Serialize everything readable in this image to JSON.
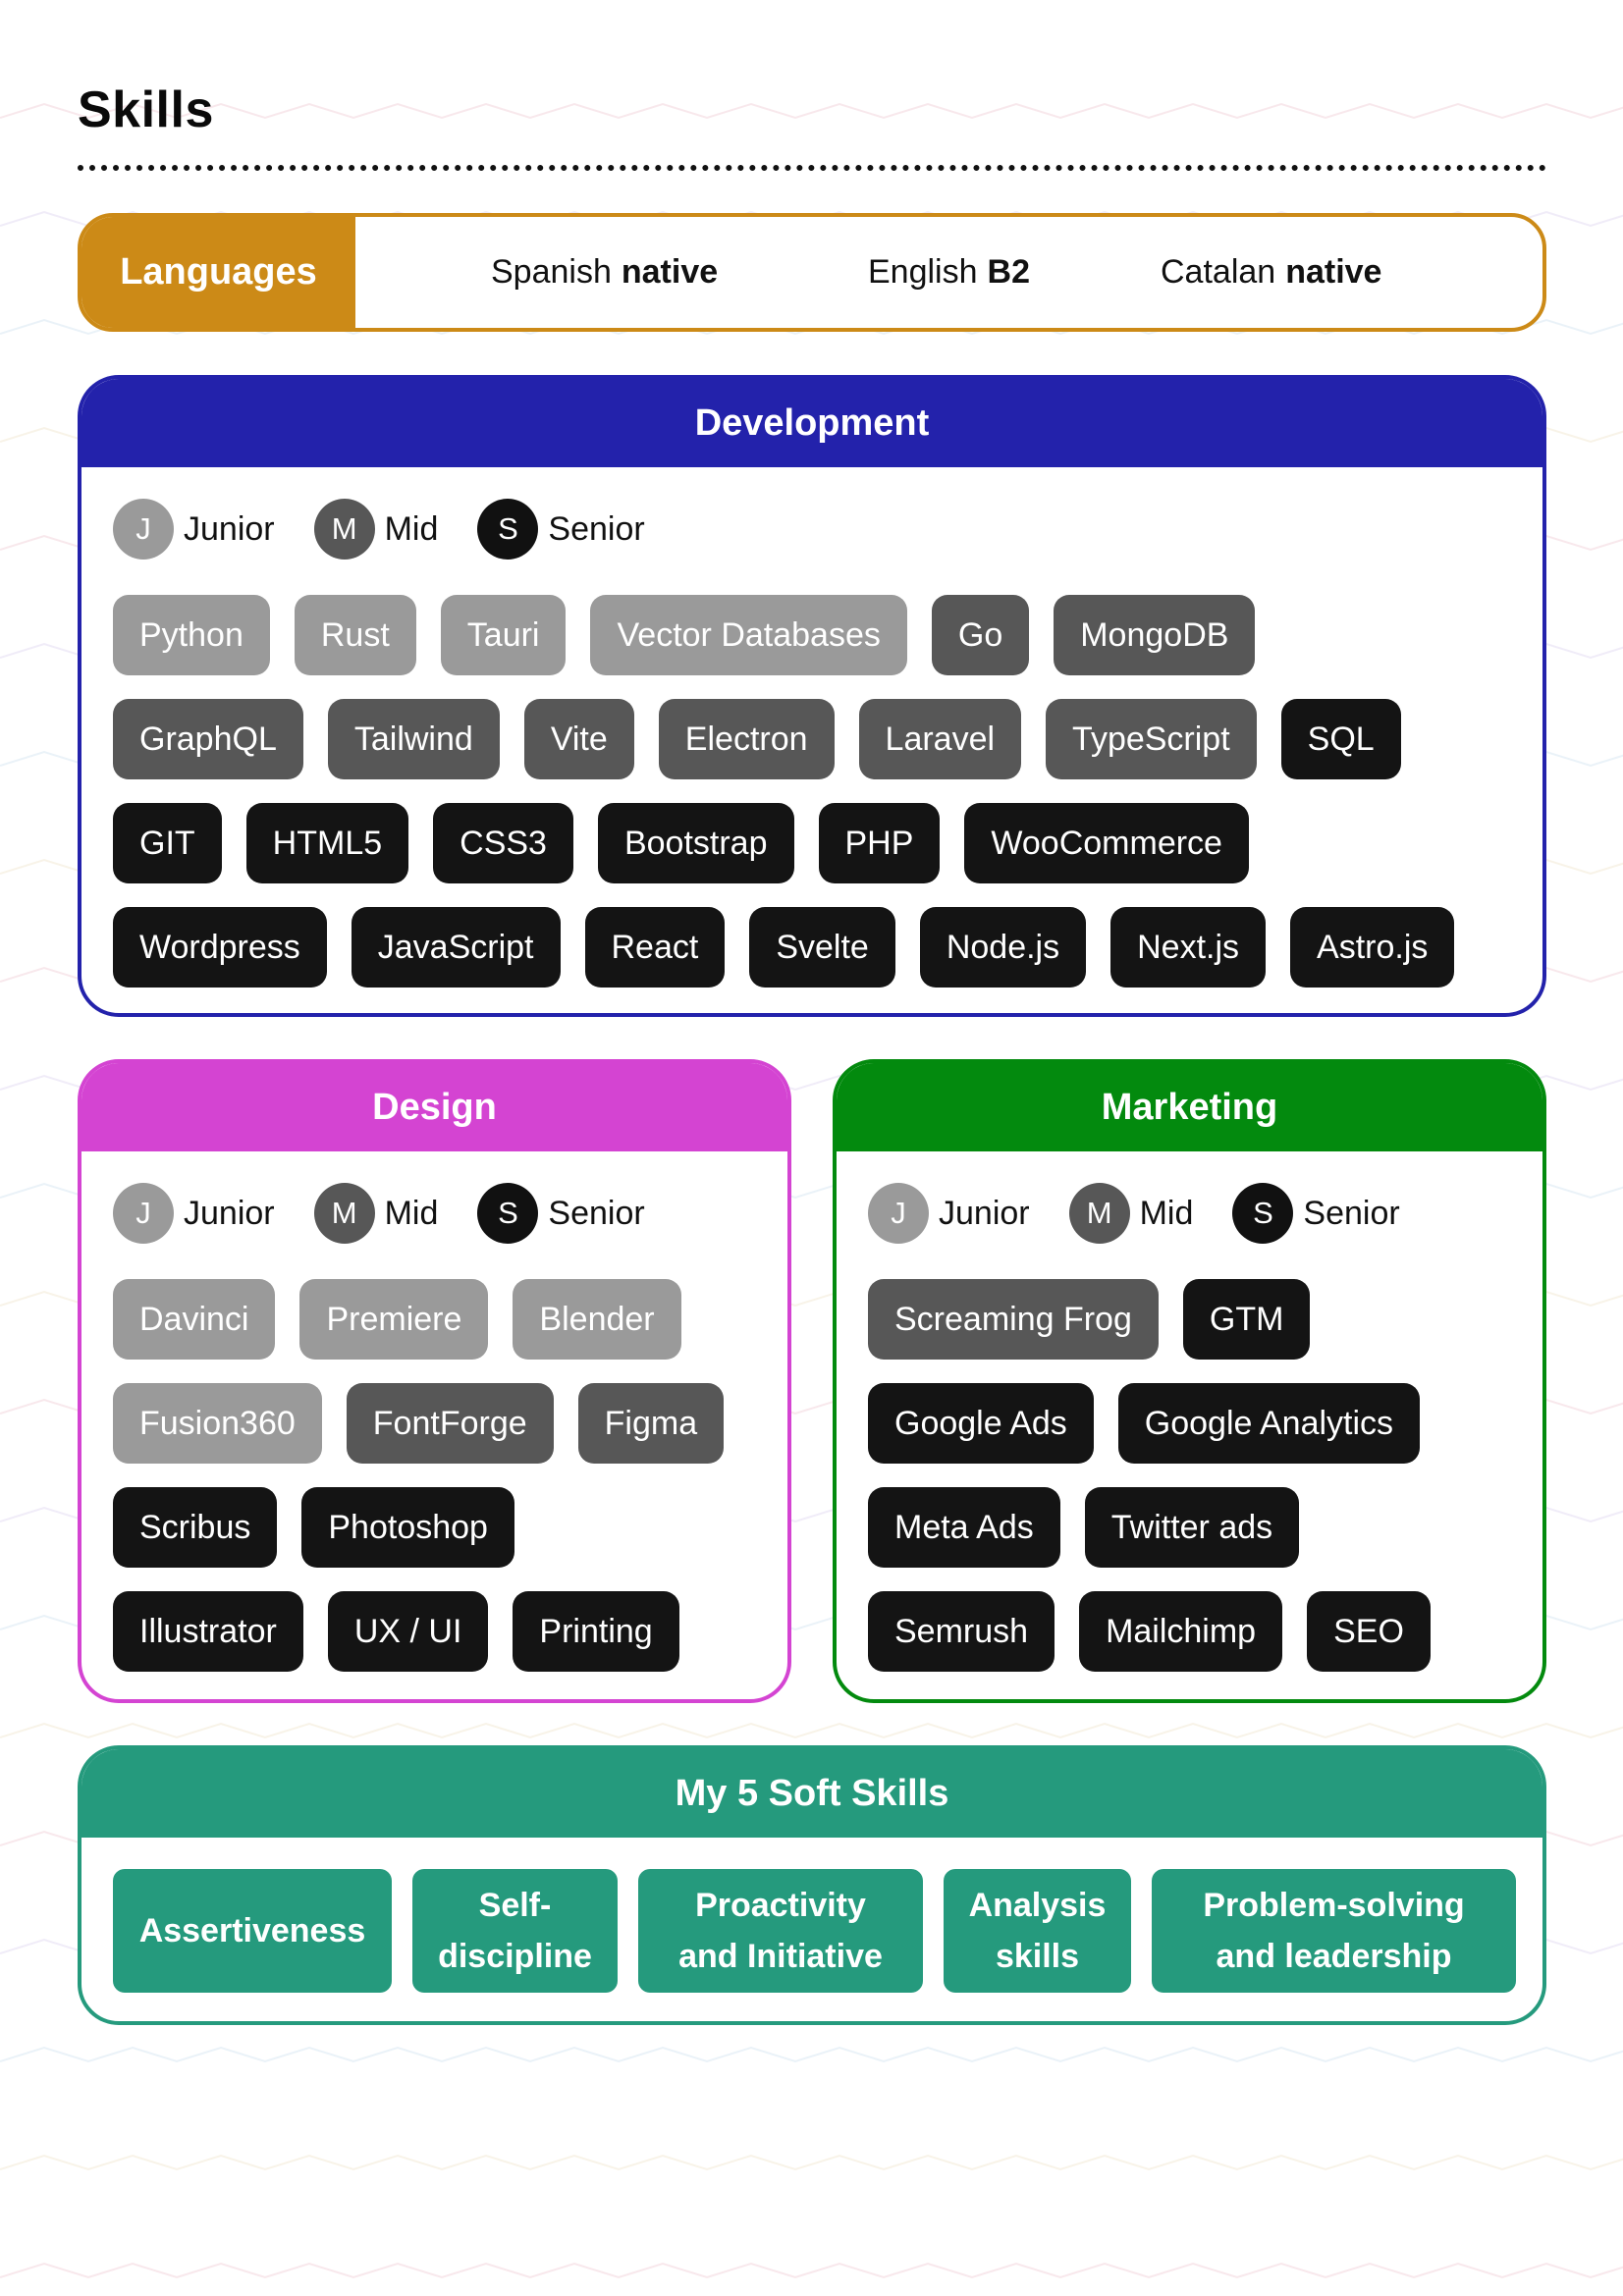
{
  "page": {
    "title": "Skills"
  },
  "colors": {
    "languages_accent": "#cc8a17",
    "development_accent": "#2322ab",
    "design_accent": "#d444d2",
    "marketing_accent": "#038a0e",
    "soft_skills_accent": "#259a7d",
    "level_junior": "#9a9a9a",
    "level_mid": "#575757",
    "level_senior": "#141414"
  },
  "languages": {
    "label": "Languages",
    "items": [
      {
        "name": "Spanish",
        "level": "native"
      },
      {
        "name": "English",
        "level": "B2"
      },
      {
        "name": "Catalan",
        "level": "native"
      }
    ]
  },
  "legend": {
    "junior": {
      "initial": "J",
      "label": "Junior"
    },
    "mid": {
      "initial": "M",
      "label": "Mid"
    },
    "senior": {
      "initial": "S",
      "label": "Senior"
    }
  },
  "development": {
    "title": "Development",
    "rows": [
      [
        {
          "name": "Python",
          "level": "junior"
        },
        {
          "name": "Rust",
          "level": "junior"
        },
        {
          "name": "Tauri",
          "level": "junior"
        },
        {
          "name": "Vector Databases",
          "level": "junior"
        },
        {
          "name": "Go",
          "level": "mid"
        },
        {
          "name": "MongoDB",
          "level": "mid"
        }
      ],
      [
        {
          "name": "GraphQL",
          "level": "mid"
        },
        {
          "name": "Tailwind",
          "level": "mid"
        },
        {
          "name": "Vite",
          "level": "mid"
        },
        {
          "name": "Electron",
          "level": "mid"
        },
        {
          "name": "Laravel",
          "level": "mid"
        },
        {
          "name": "TypeScript",
          "level": "mid"
        },
        {
          "name": "SQL",
          "level": "senior"
        }
      ],
      [
        {
          "name": "GIT",
          "level": "senior"
        },
        {
          "name": "HTML5",
          "level": "senior"
        },
        {
          "name": "CSS3",
          "level": "senior"
        },
        {
          "name": "Bootstrap",
          "level": "senior"
        },
        {
          "name": "PHP",
          "level": "senior"
        },
        {
          "name": "WooCommerce",
          "level": "senior"
        }
      ],
      [
        {
          "name": "Wordpress",
          "level": "senior"
        },
        {
          "name": "JavaScript",
          "level": "senior"
        },
        {
          "name": "React",
          "level": "senior"
        },
        {
          "name": "Svelte",
          "level": "senior"
        },
        {
          "name": "Node.js",
          "level": "senior"
        },
        {
          "name": "Next.js",
          "level": "senior"
        },
        {
          "name": "Astro.js",
          "level": "senior"
        }
      ]
    ]
  },
  "design": {
    "title": "Design",
    "rows": [
      [
        {
          "name": "Davinci",
          "level": "junior"
        },
        {
          "name": "Premiere",
          "level": "junior"
        },
        {
          "name": "Blender",
          "level": "junior"
        }
      ],
      [
        {
          "name": "Fusion360",
          "level": "junior"
        },
        {
          "name": "FontForge",
          "level": "mid"
        },
        {
          "name": "Figma",
          "level": "mid"
        }
      ],
      [
        {
          "name": "Scribus",
          "level": "senior"
        },
        {
          "name": "Photoshop",
          "level": "senior"
        }
      ],
      [
        {
          "name": "Illustrator",
          "level": "senior"
        },
        {
          "name": "UX / UI",
          "level": "senior"
        },
        {
          "name": "Printing",
          "level": "senior"
        }
      ]
    ]
  },
  "marketing": {
    "title": "Marketing",
    "rows": [
      [
        {
          "name": "Screaming Frog",
          "level": "mid"
        },
        {
          "name": "GTM",
          "level": "senior"
        }
      ],
      [
        {
          "name": "Google Ads",
          "level": "senior"
        },
        {
          "name": "Google Analytics",
          "level": "senior"
        }
      ],
      [
        {
          "name": "Meta Ads",
          "level": "senior"
        },
        {
          "name": "Twitter ads",
          "level": "senior"
        }
      ],
      [
        {
          "name": "Semrush",
          "level": "senior"
        },
        {
          "name": "Mailchimp",
          "level": "senior"
        },
        {
          "name": "SEO",
          "level": "senior"
        }
      ]
    ]
  },
  "soft_skills": {
    "title": "My 5 Soft Skills",
    "items": [
      {
        "line1": "Assertiveness",
        "line2": ""
      },
      {
        "line1": "Self-",
        "line2": "discipline"
      },
      {
        "line1": "Proactivity",
        "line2": "and Initiative"
      },
      {
        "line1": "Analysis",
        "line2": "skills"
      },
      {
        "line1": "Problem-solving",
        "line2": "and leadership"
      }
    ]
  }
}
